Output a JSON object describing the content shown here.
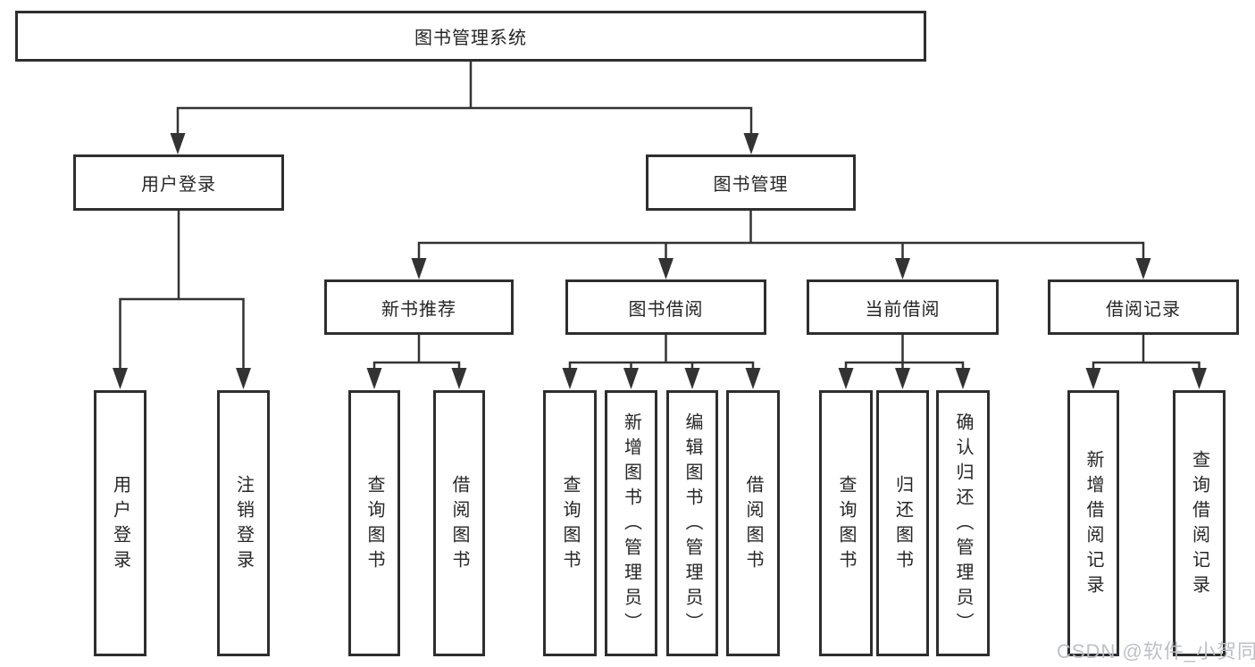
{
  "diagram": {
    "root": {
      "label": "图书管理系统"
    },
    "level2": [
      {
        "label": "用户登录"
      },
      {
        "label": "图书管理"
      }
    ],
    "level3": [
      {
        "label": "新书推荐"
      },
      {
        "label": "图书借阅"
      },
      {
        "label": "当前借阅"
      },
      {
        "label": "借阅记录"
      }
    ],
    "leaves": [
      {
        "label": "用户登录"
      },
      {
        "label": "注销登录"
      },
      {
        "label": "查询图书"
      },
      {
        "label": "借阅图书"
      },
      {
        "label": "查询图书"
      },
      {
        "label": "新增图书（管理员）"
      },
      {
        "label": "编辑图书（管理员）"
      },
      {
        "label": "借阅图书"
      },
      {
        "label": "查询图书"
      },
      {
        "label": "归还图书"
      },
      {
        "label": "确认归还（管理员）"
      },
      {
        "label": "新增借阅记录"
      },
      {
        "label": "查询借阅记录"
      }
    ],
    "watermark": "CSDN @软件_小贺同学",
    "colors": {
      "line": "#333333",
      "box_border": "#2e2e2e",
      "text": "#262626",
      "watermark": "#b9bdc4",
      "background": "#ffffff"
    }
  }
}
